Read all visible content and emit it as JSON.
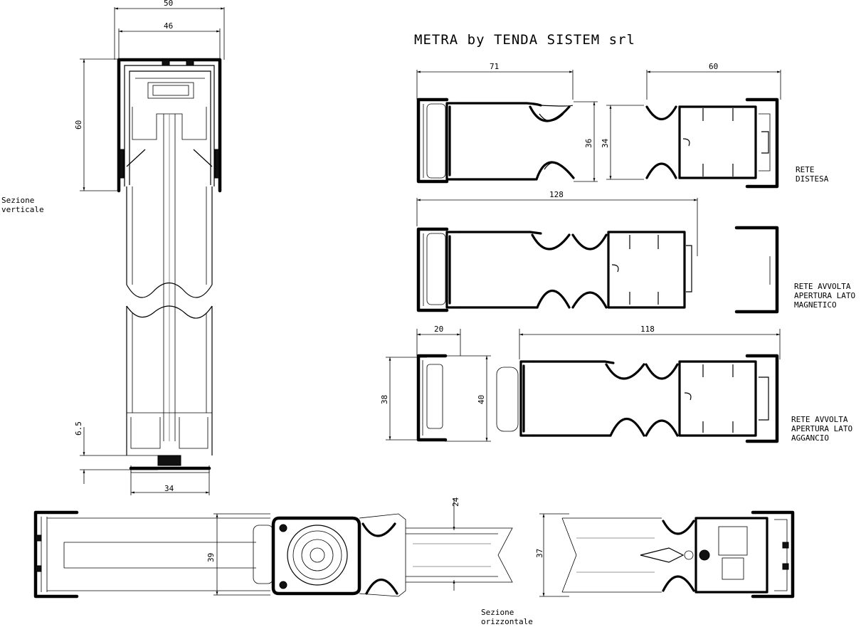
{
  "title": "METRA by TENDA SISTEM srl",
  "labels": {
    "sezione_verticale": [
      "Sezione",
      "verticale"
    ],
    "sezione_orizzontale": [
      "Sezione",
      "orizzontale"
    ],
    "rete_distesa": [
      "RETE",
      "DISTESA"
    ],
    "rete_avvolta_magnetico": [
      "RETE AVVOLTA",
      "APERTURA LATO",
      "MAGNETICO"
    ],
    "rete_avvolta_aggancio": [
      "RETE AVVOLTA",
      "APERTURA LATO",
      "AGGANCIO"
    ]
  },
  "dimensions": {
    "v_50": "50",
    "v_46": "46",
    "v_60": "60",
    "v_6_5": "6.5",
    "v_34": "34",
    "d_71": "71",
    "d_36": "36",
    "d_60": "60",
    "d_34": "34",
    "m_128": "128",
    "a_20": "20",
    "a_38": "38",
    "a_40": "40",
    "a_118": "118",
    "h_24": "24",
    "h_39": "39",
    "h_37": "37"
  }
}
